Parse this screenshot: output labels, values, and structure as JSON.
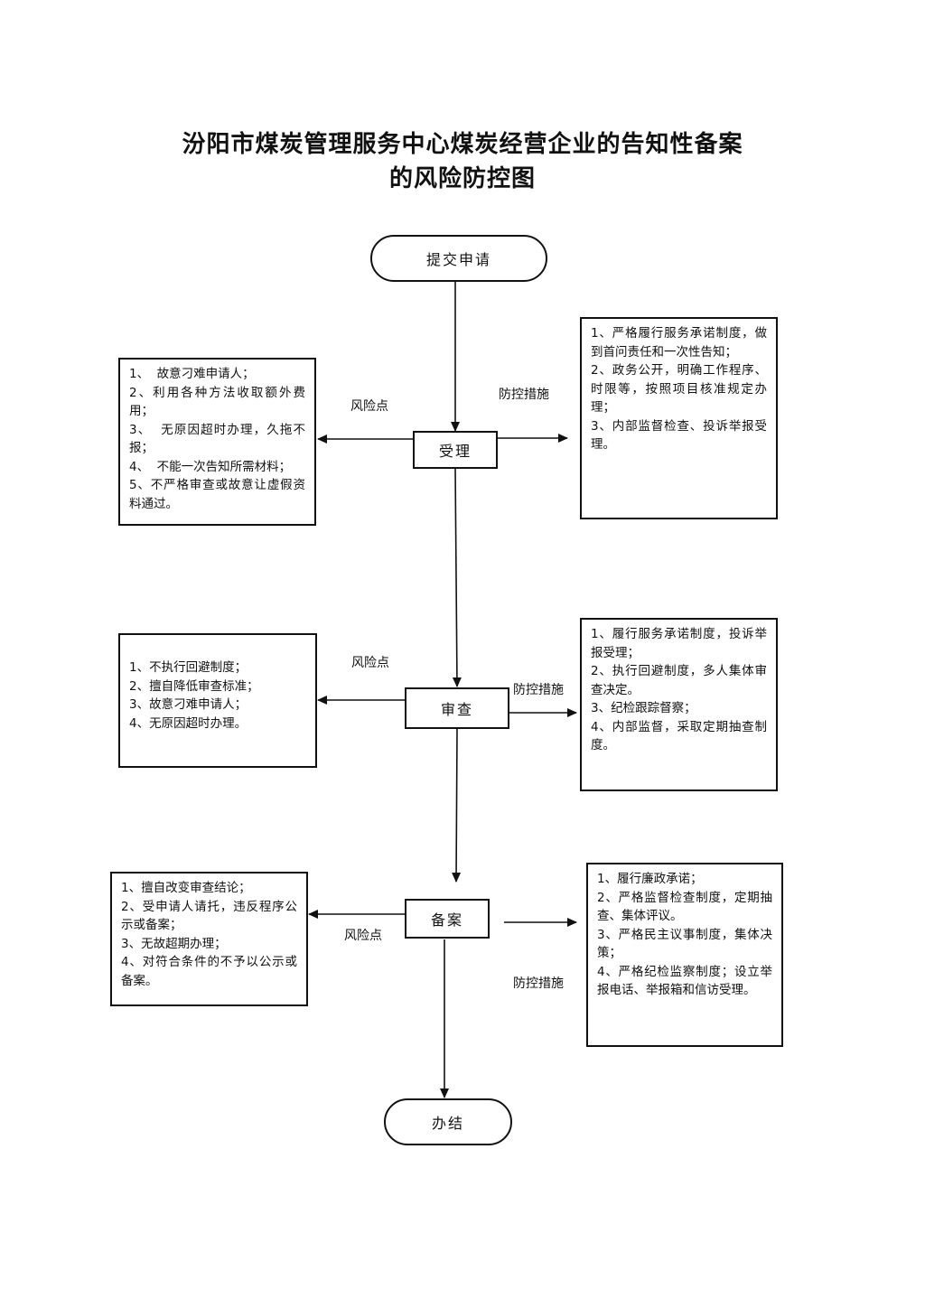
{
  "title": {
    "line1": "汾阳市煤炭管理服务中心煤炭经营企业的告知性备案",
    "line2": "的风险防控图"
  },
  "nodes": {
    "start": "提交申请",
    "accept": "受理",
    "review": "审查",
    "record": "备案",
    "finish": "办结"
  },
  "labels": {
    "risk": "风险点",
    "control": "防控措施"
  },
  "accept_risks": [
    "1、  故意刁难申请人；",
    "2、利用各种方法收取额外费用；",
    "3、  无原因超时办理，久拖不报；",
    "4、  不能一次告知所需材料；",
    "5、不严格审查或故意让虚假资料通过。"
  ],
  "accept_controls": [
    "1、严格履行服务承诺制度，做到首问责任和一次性告知；",
    "2、政务公开，明确工作程序、时限等，按照项目核准规定办理；",
    "3、内部监督检查、投诉举报受理。"
  ],
  "review_risks": [
    "1、不执行回避制度；",
    "2、擅自降低审查标准；",
    "3、故意刁难申请人；",
    "4、无原因超时办理。"
  ],
  "review_controls": [
    "1、履行服务承诺制度，投诉举报受理；",
    "2、执行回避制度，多人集体审查决定。",
    "3、纪检跟踪督察；",
    "4、内部监督，采取定期抽查制度。"
  ],
  "record_risks": [
    "1、擅自改变审查结论；",
    "2、受申请人请托，违反程序公示或备案；",
    "3、无故超期办理；",
    "4、对符合条件的不予以公示或备案。"
  ],
  "record_controls": [
    "1、履行廉政承诺；",
    "2、严格监督检查制度，定期抽查、集体评议。",
    "3、严格民主议事制度，集体决策；",
    "4、严格纪检监察制度；设立举报电话、举报箱和信访受理。"
  ]
}
